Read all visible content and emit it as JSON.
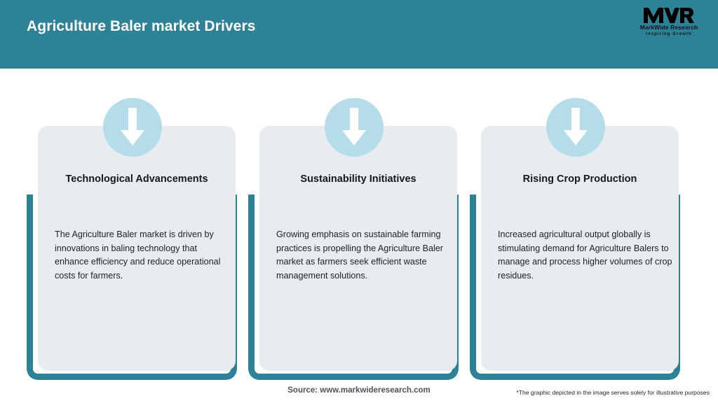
{
  "header": {
    "title": "Agriculture Baler market Drivers",
    "background_color": "#2e8297",
    "title_color": "#ffffff"
  },
  "logo": {
    "mark": "MWR",
    "name": "MarkWide Research",
    "tagline": "Inspiring Growth"
  },
  "theme": {
    "accent_teal": "#2e8297",
    "badge_blue": "#b4dce9",
    "card_grey": "#e8ecee",
    "text_dark": "#1d2124"
  },
  "cards": [
    {
      "icon": "down-arrow-icon",
      "title": "Technological Advancements",
      "body": "The Agriculture Baler market is driven by innovations in baling technology that enhance efficiency and reduce operational costs for farmers."
    },
    {
      "icon": "down-arrow-icon",
      "title": "Sustainability Initiatives",
      "body": "Growing emphasis on sustainable farming practices is propelling the Agriculture Baler market as farmers seek efficient waste management solutions."
    },
    {
      "icon": "down-arrow-icon",
      "title": "Rising Crop Production",
      "body": "Increased agricultural output globally is stimulating demand for Agriculture Balers to manage and process higher volumes of crop residues."
    }
  ],
  "footer": {
    "source": "Source: www.markwideresearch.com",
    "disclaimer": "*The graphic depicted in the image serves solely for illustrative purposes"
  }
}
